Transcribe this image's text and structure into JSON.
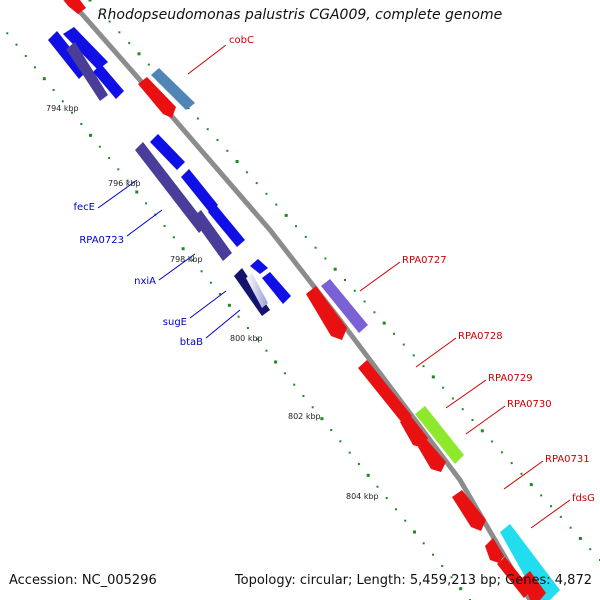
{
  "title": "Rhodopseudomonas palustris CGA009, complete genome",
  "footer": {
    "accession": "Accession: NC_005296",
    "summary": "Topology: circular; Length: 5,459,213 bp; Genes: 4,872"
  },
  "colors": {
    "backbone": "#8c8c8c",
    "tick_dots": "#1f8a1f",
    "forward_label": "#0000cc",
    "reverse_label": "#cc0000",
    "blue": "#1010e6",
    "purple": "#4a3d9a",
    "red": "#e81010",
    "steelblue": "#4f86b5",
    "lavender": "#7a62d6",
    "lime": "#8ee82c",
    "cyan": "#22ddee",
    "navy": "#14146e"
  },
  "scale_labels": [
    "794 kbp",
    "796 kbp",
    "798 kbp",
    "800 kbp",
    "802 kbp",
    "804 kbp"
  ],
  "forward_labels": [
    "fecE",
    "RPA0723",
    "nxiA",
    "sugE",
    "btaB"
  ],
  "reverse_labels": [
    "cobC",
    "RPA0727",
    "RPA0728",
    "RPA0729",
    "RPA0730",
    "RPA0731",
    "fdsG"
  ]
}
